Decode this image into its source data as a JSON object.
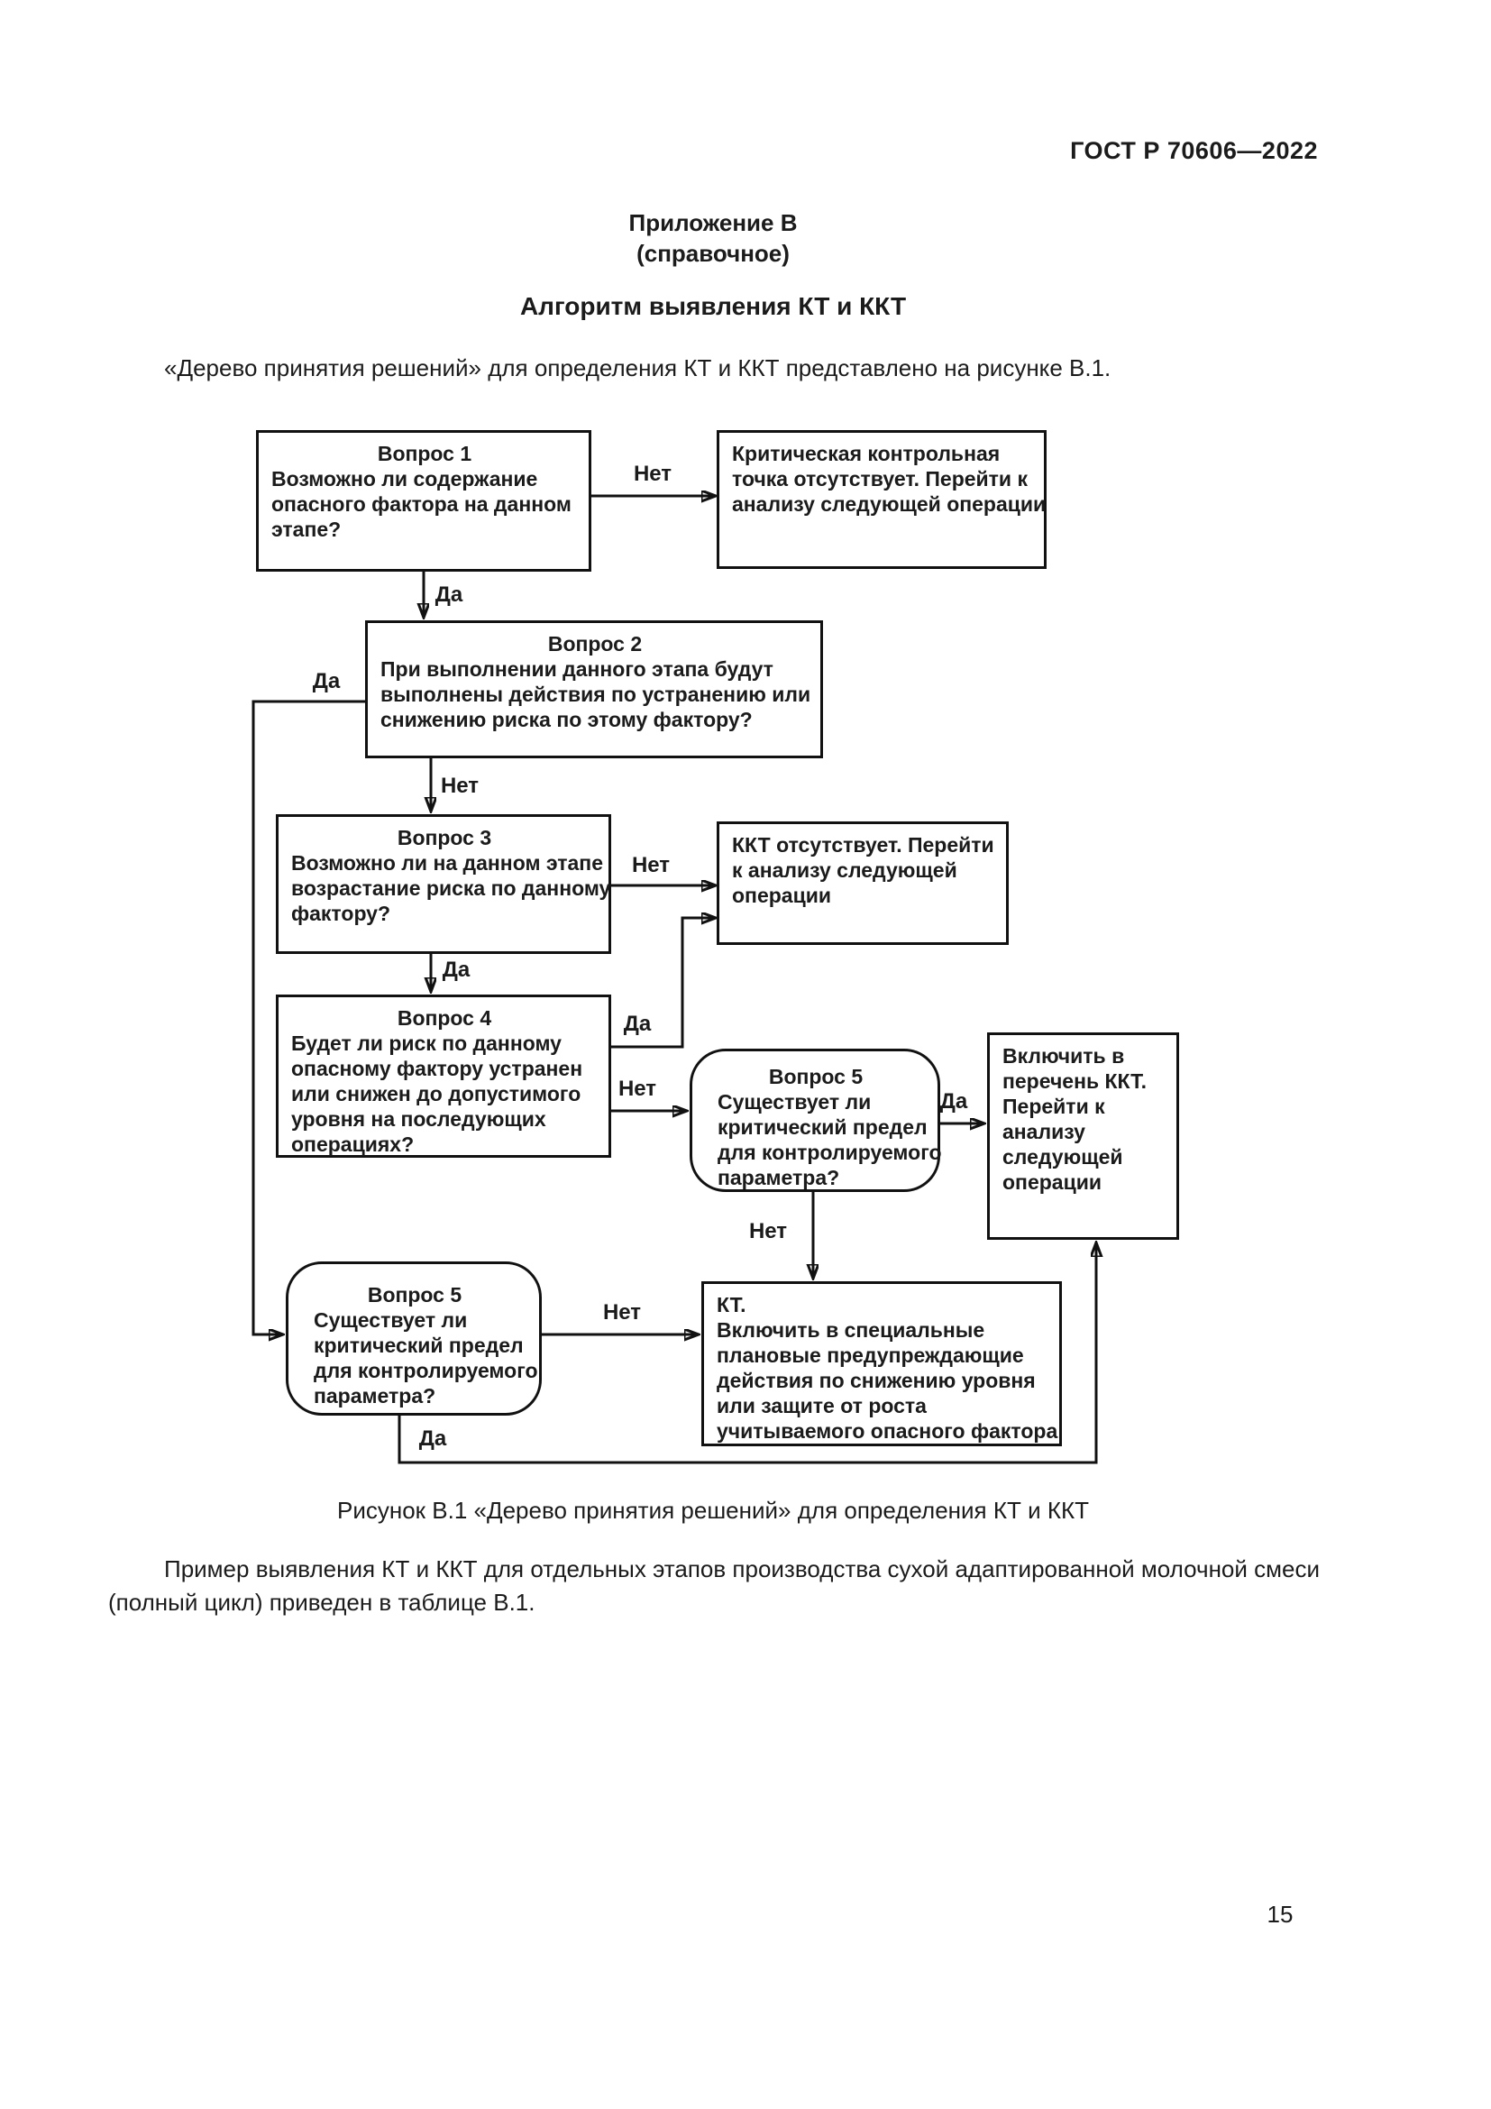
{
  "page": {
    "doc_number": "ГОСТ Р 70606—2022",
    "appendix_title": "Приложение В",
    "appendix_subtitle": "(справочное)",
    "section_title": "Алгоритм выявления КТ и ККТ",
    "intro_paragraph": "«Дерево принятия решений» для определения КТ и ККТ представлено на рисунке В.1.",
    "figure_caption": "Рисунок В.1 «Дерево принятия решений» для определения КТ и ККТ",
    "closing_paragraph": "Пример выявления КТ и ККТ для отдельных этапов производства сухой адаптированной молочной смеси (полный цикл) приведен в таблице В.1.",
    "page_number": "15"
  },
  "flowchart": {
    "boxes": {
      "q1": {
        "title": "Вопрос 1",
        "body": "Возможно ли содержание\nопасного фактора на данном\nэтапе?"
      },
      "ccp_absent": {
        "body": "Критическая контрольная\nточка отсутствует. Перейти к\nанализу следующей операции"
      },
      "q2": {
        "title": "Вопрос 2",
        "body": "При выполнении данного этапа будут\nвыполнены действия по устранению или\nснижению риска по этому фактору?"
      },
      "q3": {
        "title": "Вопрос 3",
        "body": "Возможно ли на данном этапе\nвозрастание риска по данному\nфактору?"
      },
      "kkt_absent": {
        "body": "ККТ отсутствует. Перейти\nк анализу следующей\nоперации"
      },
      "q4": {
        "title": "Вопрос 4",
        "body": "Будет ли риск по данному\nопасному фактору устранен\nили снижен до допустимого\nуровня на последующих\nоперациях?"
      },
      "q5_mid": {
        "title": "Вопрос 5",
        "body": "Существует ли\nкритический предел\nдля контролируемого\nпараметра?"
      },
      "include_kkt": {
        "body": "Включить в\nперечень ККТ.\nПерейти к\nанализу\nследующей\nоперации"
      },
      "q5_left": {
        "title": "Вопрос 5",
        "body": "Существует ли\nкритический предел\nдля контролируемого\nпараметра?"
      },
      "kt": {
        "body": "КТ.\nВключить в специальные\nплановые предупреждающие\nдействия по снижению уровня\nили защите от роста\nучитываемого опасного фактора"
      }
    },
    "edges": {
      "q1_no": {
        "label": "Нет"
      },
      "q1_yes": {
        "label": "Да"
      },
      "q2_yes_loop": {
        "label": "Да"
      },
      "q2_no": {
        "label": "Нет"
      },
      "q3_no": {
        "label": "Нет"
      },
      "q3_yes": {
        "label": "Да"
      },
      "q4_yes_loop": {
        "label": "Да"
      },
      "q4_no": {
        "label": "Нет"
      },
      "q5mid_yes": {
        "label": "Да"
      },
      "q5mid_no": {
        "label": "Нет"
      },
      "q5left_no": {
        "label": "Нет"
      },
      "q5left_yes": {
        "label": "Да"
      }
    },
    "colors": {
      "line": "#111111",
      "box_bg": "#ffffff",
      "text": "#1b1b1b"
    }
  }
}
